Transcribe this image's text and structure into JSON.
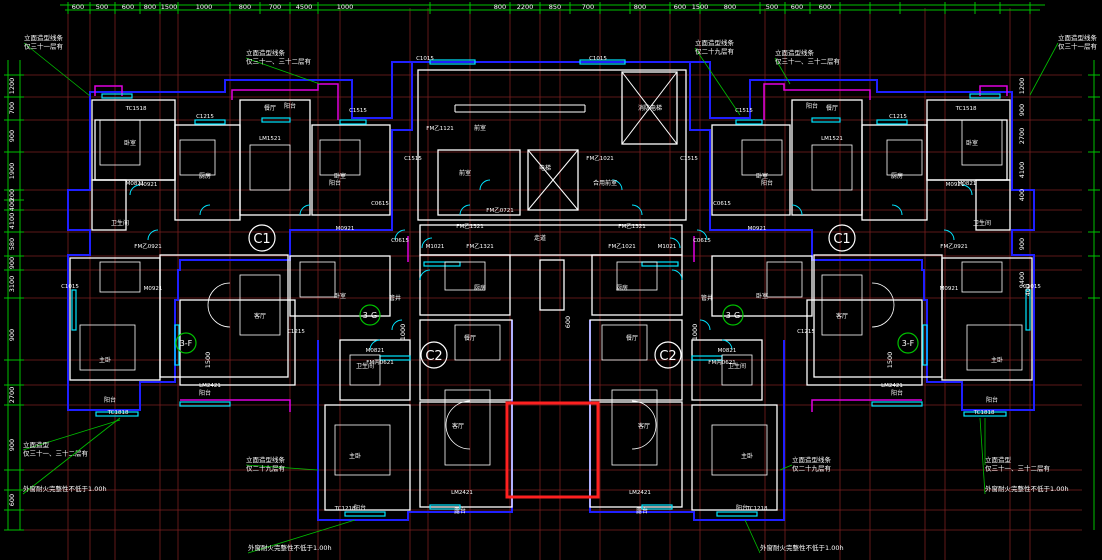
{
  "colors": {
    "background": "#000000",
    "wall": "#ffffff",
    "outline": "#1f1fff",
    "window": "#00e5ff",
    "door": "#00e5ff",
    "dimension": "#00c000",
    "grid": "#7a1f1f",
    "facade": "#e000e0",
    "highlight": "#ff2020",
    "text": "#ffffff",
    "callout": "#ffffff"
  },
  "dimensions": {
    "top": [
      "600",
      "500",
      "600",
      "800",
      "1500",
      "1000",
      "800",
      "700",
      "4500",
      "1000",
      "800",
      "2200",
      "850",
      "700",
      "800",
      "600",
      "1500",
      "800",
      "500",
      "600",
      "600"
    ],
    "left": [
      "1200",
      "700",
      "900",
      "1900",
      "200",
      "400",
      "4100",
      "580",
      "900",
      "3100",
      "900",
      "2700",
      "900",
      "600"
    ],
    "right": [
      "1200",
      "900",
      "2700",
      "4100",
      "400",
      "900",
      "9400"
    ]
  },
  "axis_bubbles": [
    "C1",
    "C1",
    "C2",
    "C2",
    "3-F",
    "3-F",
    "3-G",
    "3-G"
  ],
  "unit_labels": [
    "1500",
    "1500",
    "1000",
    "1000",
    "600",
    "400"
  ],
  "callouts": [
    "立面造型线条\n仅三十一层有",
    "立面造型线条\n仅三十一、三十二层有",
    "立面造型线条\n仅二十九层有",
    "立面造型线条\n仅三十一、三十二层有",
    "立面造型线条\n仅三十一层有",
    "立面造型\n仅三十一、三十二层有",
    "立面造型线条\n仅二十九层有",
    "外窗耐火完整性不低于1.00h",
    "外窗耐火完整性不低于1.00h",
    "立面造型\n仅三十一、三十二层有",
    "立面造型线条\n仅二十九层有",
    "外窗耐火完整性不低于1.00h",
    "外窗耐火完整性不低于1.00h"
  ],
  "rooms": [
    "卧室",
    "厨房",
    "餐厅",
    "卧室",
    "卫生间",
    "主卧",
    "客厅",
    "卧室",
    "餐厅",
    "厨房",
    "客厅",
    "主卧",
    "卫生间",
    "阳台",
    "阳台",
    "阳台",
    "阳台",
    "前室",
    "合用前室",
    "电梯",
    "消防电梯",
    "卧室",
    "厨房",
    "餐厅",
    "卧室",
    "卫生间",
    "主卧",
    "客厅",
    "卧室",
    "餐厅",
    "厨房",
    "客厅",
    "主卧",
    "卫生间",
    "阳台",
    "阳台",
    "阳台",
    "阳台",
    "前室",
    "走道",
    "管井",
    "管井",
    "露台",
    "露台",
    "阳台",
    "阳台"
  ],
  "tags": [
    "C1015",
    "C1015",
    "C1515",
    "C1515",
    "TC1518",
    "TC1518",
    "LM1521",
    "LM1521",
    "C1215",
    "C1215",
    "FM乙1121",
    "FM乙1021",
    "FM乙0721",
    "FM乙1321",
    "FM乙1321",
    "M0921",
    "M0921",
    "M0921",
    "M0921",
    "M1021",
    "M1021",
    "FM乙0921",
    "FM乙0921",
    "C0615",
    "C0615",
    "LM2421",
    "LM2421",
    "LM2421",
    "LM2421",
    "TC1818",
    "TC1818",
    "TC1218",
    "TC1218",
    "M0821",
    "M0821",
    "FM丙0621",
    "FM丙0621",
    "C0615",
    "C0615",
    "C1215",
    "C1215",
    "M0921",
    "M0921",
    "C1515",
    "C1515",
    "C1015",
    "C1015",
    "M0821",
    "M0821",
    "FM乙1321",
    "FM乙1021"
  ]
}
